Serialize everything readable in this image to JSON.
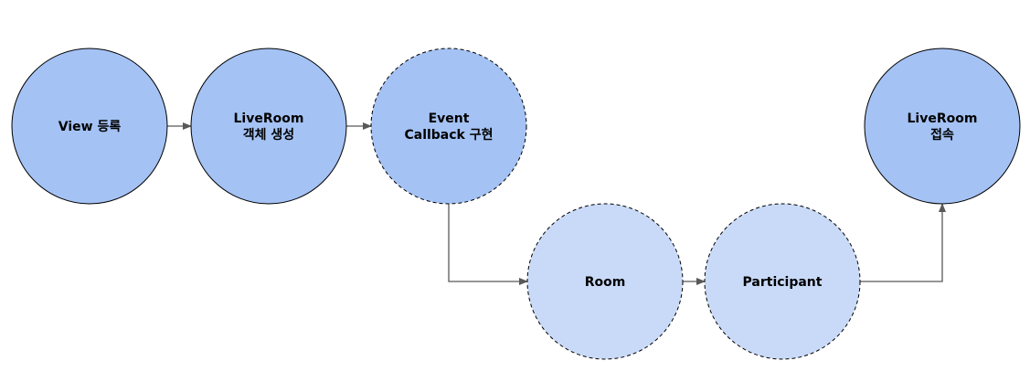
{
  "colors": {
    "node_fill_primary": "#a4c2f4",
    "node_fill_secondary": "#c9daf8",
    "node_stroke": "#000000",
    "connector": "#595959"
  },
  "nodes": [
    {
      "id": "view",
      "lines": [
        "View 등록"
      ],
      "style": "solid",
      "fill": "primary"
    },
    {
      "id": "liveroom-create",
      "lines": [
        "LiveRoom",
        "객체 생성"
      ],
      "style": "solid",
      "fill": "primary"
    },
    {
      "id": "event-callback",
      "lines": [
        "Event",
        "Callback 구현"
      ],
      "style": "dashed",
      "fill": "primary"
    },
    {
      "id": "room",
      "lines": [
        "Room"
      ],
      "style": "dashed",
      "fill": "secondary"
    },
    {
      "id": "participant",
      "lines": [
        "Participant"
      ],
      "style": "dashed",
      "fill": "secondary"
    },
    {
      "id": "liveroom-connect",
      "lines": [
        "LiveRoom",
        "접속"
      ],
      "style": "solid",
      "fill": "primary"
    }
  ],
  "edges": [
    {
      "from": "view",
      "to": "liveroom-create"
    },
    {
      "from": "liveroom-create",
      "to": "event-callback"
    },
    {
      "from": "event-callback",
      "to": "room"
    },
    {
      "from": "room",
      "to": "participant"
    },
    {
      "from": "participant",
      "to": "liveroom-connect"
    }
  ]
}
